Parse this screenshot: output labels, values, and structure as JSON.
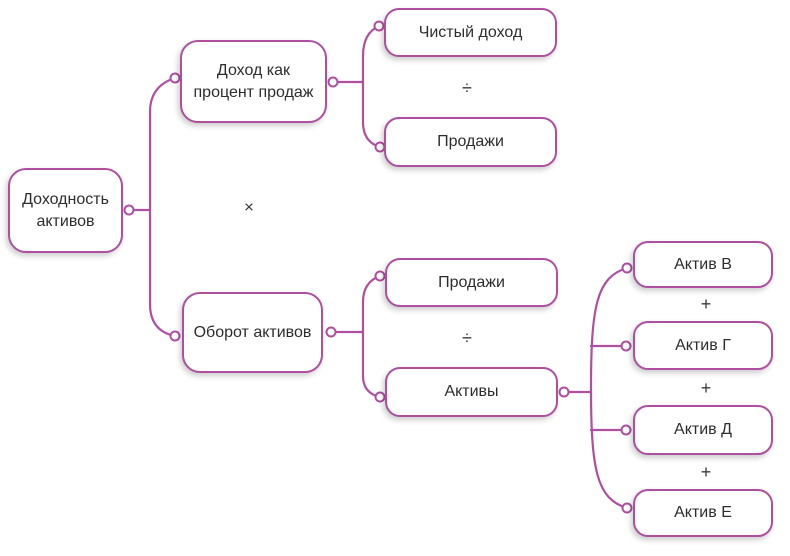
{
  "colors": {
    "accent": "#ae4fa0",
    "text": "#2d2d2d",
    "operator": "#3a3a3a",
    "background": "#ffffff"
  },
  "diagram": {
    "type": "tree",
    "nodes": {
      "roa": {
        "label": "Доходность активов"
      },
      "profit_margin": {
        "label": "Доход как процент продаж"
      },
      "net_income": {
        "label": "Чистый доход"
      },
      "sales_top": {
        "label": "Продажи"
      },
      "asset_turnover": {
        "label": "Оборот активов"
      },
      "sales_mid": {
        "label": "Продажи"
      },
      "assets": {
        "label": "Активы"
      },
      "asset_v": {
        "label": "Актив В"
      },
      "asset_g": {
        "label": "Актив Г"
      },
      "asset_d": {
        "label": "Актив Д"
      },
      "asset_e": {
        "label": "Актив Е"
      }
    },
    "operators": {
      "multiply": "×",
      "divide_top": "÷",
      "divide_mid": "÷",
      "plus_1": "+",
      "plus_2": "+",
      "plus_3": "+"
    },
    "relations": [
      "Доходность активов = Доход как процент продаж × Оборот активов",
      "Доход как процент продаж = Чистый доход ÷ Продажи",
      "Оборот активов = Продажи ÷ Активы",
      "Активы = Актив В + Актив Г + Актив Д + Актив Е"
    ]
  }
}
